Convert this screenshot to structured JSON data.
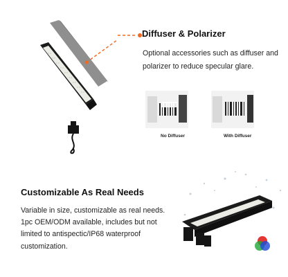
{
  "diffuser": {
    "title": "Diffuser & Polarizer",
    "description": "Optional accessories such as diffuser and polarizer to reduce specular glare.",
    "comparison": {
      "no_diffuser_label": "No Diffuser",
      "with_diffuser_label": "With Diffuser"
    }
  },
  "customizable": {
    "title": "Customizable As Real Needs",
    "description_lines": [
      "Variable in size, customizable as real needs.",
      "1pc OEM/ODM available, includes but not",
      "limited to antispectic/IP68 waterproof",
      "customization."
    ]
  },
  "colors": {
    "accent_orange": "#f26a21",
    "led_panel": "#e8e8e0",
    "housing": "#1b1b1b",
    "diffuser_sheet": "#8f8f8f",
    "rgb": [
      "#e0201f",
      "#1fa83a",
      "#1f48d8"
    ]
  },
  "icons": [
    "led-bar-light",
    "diffuser-sheet",
    "barcode-sample",
    "rgb-color-dots"
  ]
}
